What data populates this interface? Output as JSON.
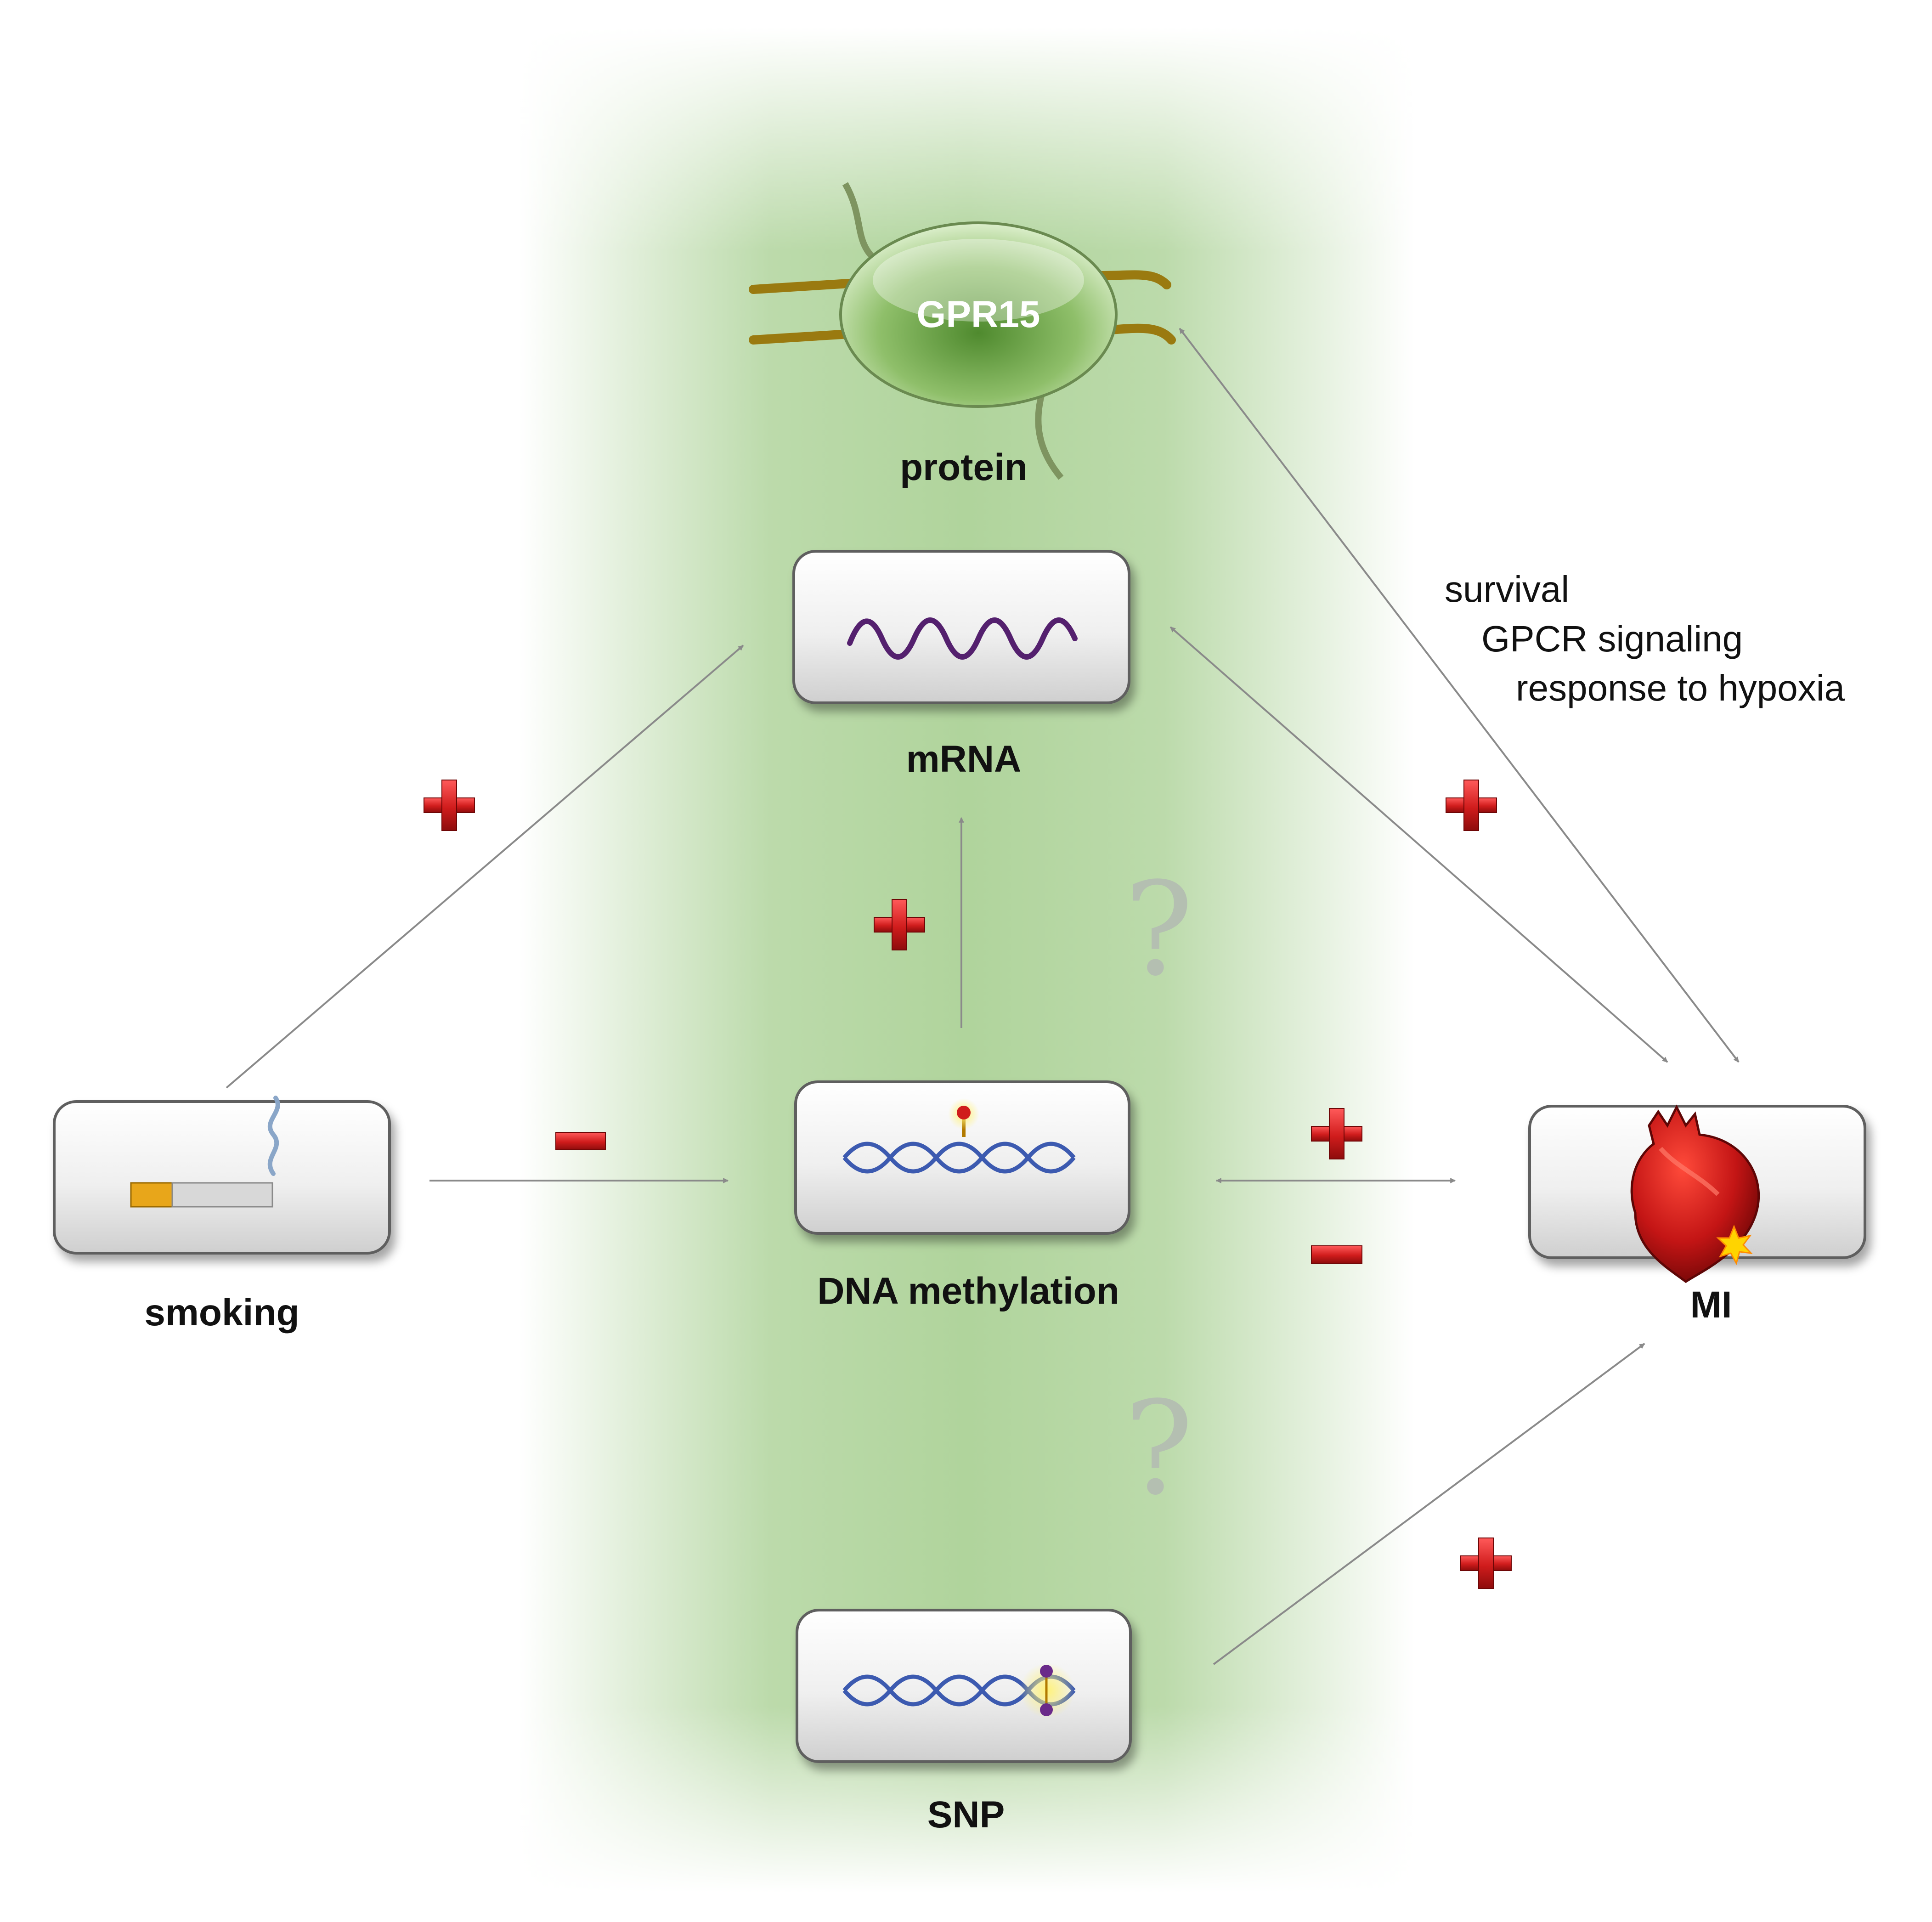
{
  "nodes": {
    "protein": {
      "name": "GPR15",
      "label": "protein"
    },
    "mrna": {
      "label": "mRNA"
    },
    "dna_methylation": {
      "label": "DNA methylation"
    },
    "smoking": {
      "label": "smoking"
    },
    "mi": {
      "label": "MI"
    },
    "snp": {
      "label": "SNP"
    }
  },
  "annotations": {
    "pathways": [
      "survival",
      "GPCR signaling",
      "response to hypoxia"
    ],
    "unknown": "?"
  },
  "signs": {
    "plus": "+",
    "minus": "−"
  },
  "edges": [
    {
      "from": "smoking",
      "to": "mRNA",
      "sign": "+"
    },
    {
      "from": "smoking",
      "to": "DNA methylation",
      "sign": "−"
    },
    {
      "from": "DNA methylation",
      "to": "mRNA",
      "sign": "+"
    },
    {
      "from": "DNA methylation",
      "to": "MI",
      "sign": "+ / −",
      "bidirectional": true
    },
    {
      "from": "mRNA",
      "to": "MI",
      "sign": "+",
      "bidirectional": true
    },
    {
      "from": "MI",
      "to": "protein",
      "bidirectional": true
    },
    {
      "from": "SNP",
      "to": "MI",
      "sign": "+"
    }
  ],
  "colors": {
    "band": "#b0d49c",
    "box_fill": "#f1f1f1",
    "arrow": "#8a8a8a",
    "sign": "#d01c1c",
    "dna_strand": "#3c5ab0",
    "mrna_strand": "#54206e",
    "heart": "#c41515",
    "protein_fill": "#8fbf6a",
    "membrane": "#9a7a10"
  },
  "icons": [
    "cigarette-icon",
    "dna-helix-icon",
    "methyl-pin-icon",
    "snp-dot-icon",
    "mrna-wave-icon",
    "heart-icon",
    "gpcr-receptor-icon",
    "question-mark-icon"
  ]
}
